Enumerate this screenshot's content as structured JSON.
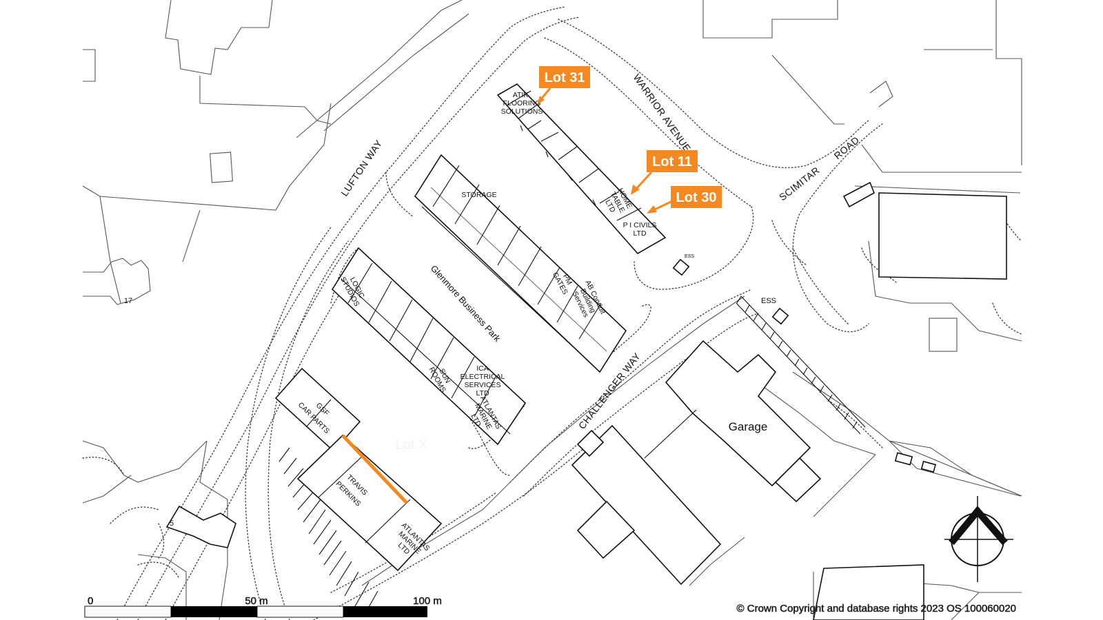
{
  "map": {
    "park_name": "Glenmore Business Park",
    "roads": {
      "lufton_way": "LUFTON WAY",
      "warrior_avenue": "WARRIOR AVENUE",
      "scimitar": "SCIMITAR",
      "road": "ROAD",
      "challenger_way": "CHALLENGER WAY"
    },
    "tenants": {
      "atik_1": "ATIK",
      "atik_2": "FLOORING",
      "atik_3": "SOLUTIONS",
      "home_1": "HOME",
      "home_2": "TABLE",
      "home_3": "LTD",
      "pic_1": "P I CIVILS",
      "pic_2": "LTD",
      "storage": "STORAGE",
      "pm_1": "PM",
      "pm_2": "GATES",
      "ab_1": "AB Conduit",
      "ab_2": "Building",
      "ab_3": "Services",
      "logic_1": "LOGIC",
      "logic_2": "STUDIOS",
      "sun_1": "SUN",
      "sun_2": "ROOMS",
      "ica_1": "ICA",
      "ica_2": "ELECTRICAL",
      "ica_3": "SERVICES",
      "ica_4": "LTD",
      "am1_1": "ATLANTAS",
      "am1_2": "MARINE",
      "am1_3": "LTD",
      "gsf_1": "GSF",
      "gsf_2": "CAR PARTS",
      "tp_1": "TRAVIS",
      "tp_2": "PERKINS",
      "am2_1": "ATLANTAS",
      "am2_2": "MARINE",
      "am2_3": "LTD",
      "garage": "Garage"
    },
    "ess_1": "ESS",
    "ess_2": "ESS",
    "house_17": "17",
    "house_5": "5",
    "lot_x": "Lot X",
    "callouts": {
      "lot31": "Lot 31",
      "lot11": "Lot 11",
      "lot30": "Lot 30"
    },
    "accent_color": "#f5891f",
    "scale_bar": {
      "label_0": "0",
      "label_50": "50 m",
      "label_100": "100 m"
    },
    "copyright": "© Crown Copyright and database rights 2023 OS 100060020",
    "north_arrow_icon": "north-arrow-icon"
  }
}
